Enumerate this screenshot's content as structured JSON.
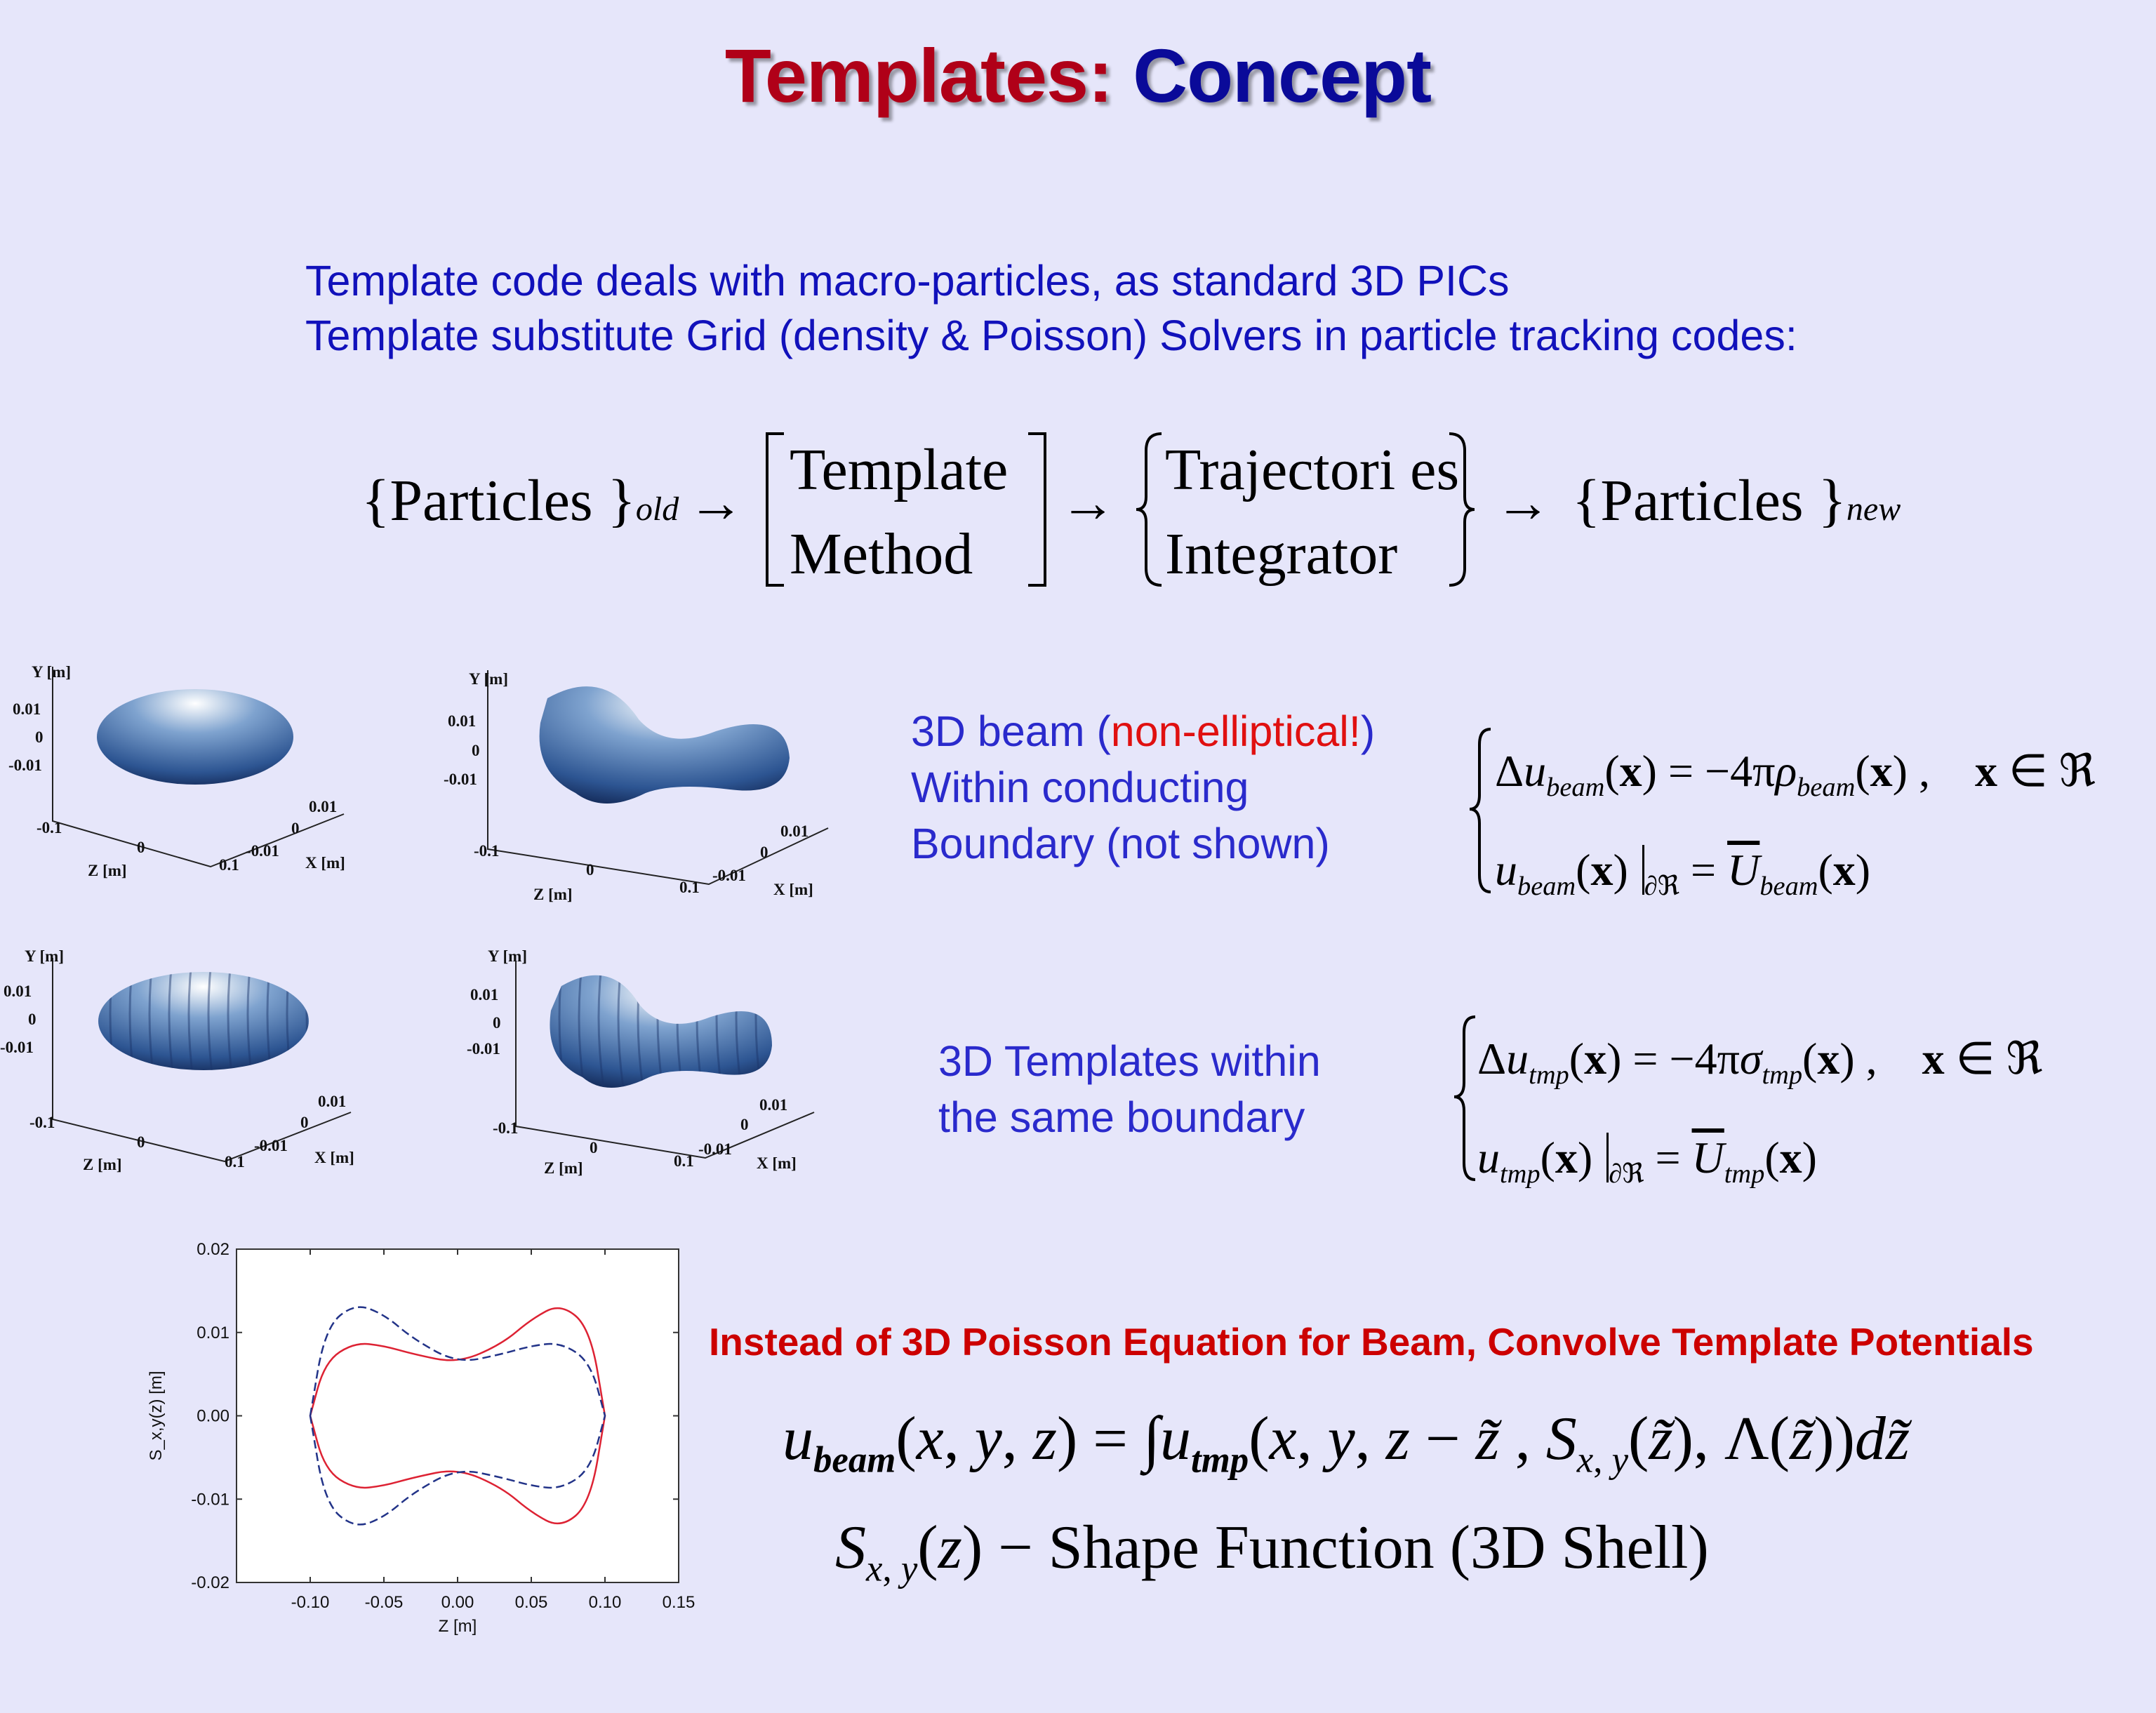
{
  "title": {
    "part1": "Templates:",
    "part2": "Concept"
  },
  "intro": {
    "line1": "Template code deals with  macro-particles, as standard 3D PICs",
    "line2": "Template substitute Grid (density & Poisson) Solvers  in particle tracking codes:"
  },
  "flow": {
    "particles": "{Particles }",
    "old": "old",
    "new": "new",
    "arrow": "→",
    "template": "Template",
    "method": "Method",
    "trajectories": "Trajectori es",
    "integrator": "Integrator"
  },
  "beam_text": {
    "line1_a": "3D beam (",
    "line1_b": "non-elliptical!",
    "line1_c": ")",
    "line2": "Within conducting",
    "line3": "Boundary  (not shown)"
  },
  "template_text": {
    "line1": "3D Templates within",
    "line2": "the same boundary"
  },
  "plot3d_labels": {
    "y": "Y [m]",
    "z": "Z [m]",
    "x": "X [m]",
    "y_ticks": [
      "0.01",
      "0",
      "-0.01"
    ],
    "z_ticks": [
      "-0.1",
      "0",
      "0.1"
    ],
    "x_ticks": [
      "-0.01",
      "0",
      "0.01"
    ]
  },
  "convolve_heading": "Instead of 3D Poisson Equation for Beam, Convolve Template Potentials",
  "shape_function": "Shape  Function (3D Shell)",
  "colors": {
    "title_red": "#b00018",
    "title_blue": "#0a0a99",
    "text_blue": "#2a2acc",
    "accent_red": "#e01010",
    "background": "#e6e6fa"
  },
  "chart_data": {
    "type": "line",
    "xlabel": "Z [m]",
    "ylabel": "S_x,y(z)  [m]",
    "xlim": [
      -0.15,
      0.15
    ],
    "ylim": [
      -0.02,
      0.02
    ],
    "x_ticks": [
      "-0.10",
      "-0.05",
      "0.00",
      "0.05",
      "0.10",
      "0.15"
    ],
    "y_ticks": [
      "0.02",
      "0.01",
      "0.00",
      "-0.01",
      "-0.02"
    ],
    "series": [
      {
        "color": "#dd2233",
        "style": "solid",
        "x": [
          -0.1,
          -0.09,
          -0.07,
          -0.05,
          -0.03,
          0.0,
          0.03,
          0.05,
          0.07,
          0.09,
          0.1
        ],
        "y": [
          0.0,
          0.0065,
          0.0088,
          0.0084,
          0.0074,
          0.0063,
          0.0086,
          0.0116,
          0.0135,
          0.0105,
          0.0
        ]
      },
      {
        "color": "#223388",
        "style": "dashed",
        "x": [
          -0.1,
          -0.09,
          -0.07,
          -0.05,
          -0.03,
          0.0,
          0.03,
          0.05,
          0.07,
          0.09,
          0.1
        ],
        "y": [
          0.0,
          0.0105,
          0.0135,
          0.0122,
          0.0092,
          0.0063,
          0.0074,
          0.0084,
          0.0088,
          0.0065,
          0.0
        ]
      }
    ]
  }
}
